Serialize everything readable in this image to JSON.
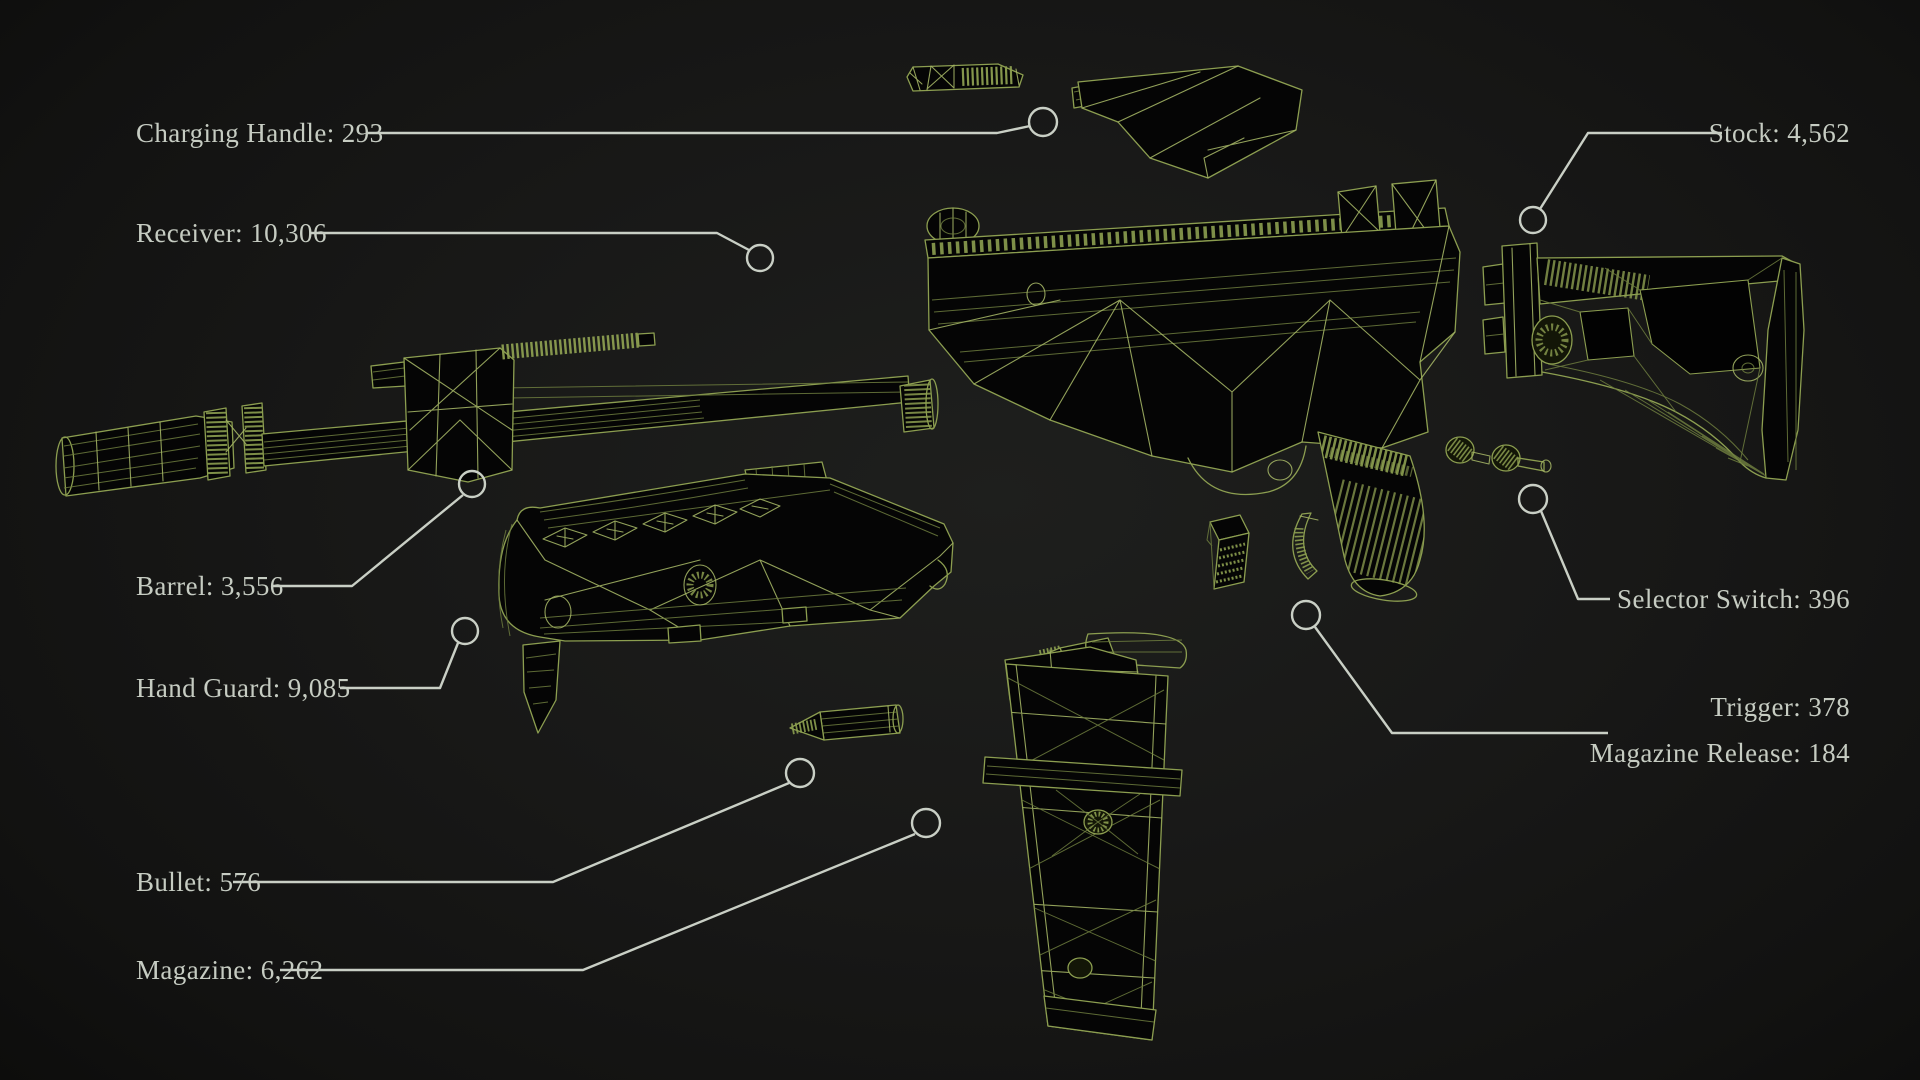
{
  "scene": {
    "background_color": "#171716",
    "wireframe_color": "#8c9e50",
    "callout_color": "#c9cfc5",
    "label_text_color": "#c6ccc2"
  },
  "callouts": [
    {
      "id": "charging-handle",
      "name": "Charging Handle",
      "polycount": "293",
      "label": "Charging Handle: 293",
      "side": "left"
    },
    {
      "id": "receiver",
      "name": "Receiver",
      "polycount": "10,306",
      "label": "Receiver: 10,306",
      "side": "left"
    },
    {
      "id": "stock",
      "name": "Stock",
      "polycount": "4,562",
      "label": "Stock: 4,562",
      "side": "right"
    },
    {
      "id": "barrel",
      "name": "Barrel",
      "polycount": "3,556",
      "label": "Barrel: 3,556",
      "side": "left"
    },
    {
      "id": "hand-guard",
      "name": "Hand Guard",
      "polycount": "9,085",
      "label": "Hand Guard: 9,085",
      "side": "left"
    },
    {
      "id": "selector-switch",
      "name": "Selector Switch",
      "polycount": "396",
      "label": "Selector Switch: 396",
      "side": "right"
    },
    {
      "id": "trigger",
      "name": "Trigger",
      "polycount": "378",
      "label": "Trigger: 378",
      "side": "right"
    },
    {
      "id": "magazine-release",
      "name": "Magazine Release",
      "polycount": "184",
      "label": "Magazine Release: 184",
      "side": "right"
    },
    {
      "id": "bullet",
      "name": "Bullet",
      "polycount": "576",
      "label": "Bullet: 576",
      "side": "left"
    },
    {
      "id": "magazine",
      "name": "Magazine",
      "polycount": "6,262",
      "label": "Magazine: 6,262",
      "side": "left"
    }
  ],
  "parts": [
    "Charging Handle",
    "Receiver",
    "Stock",
    "Barrel",
    "Hand Guard",
    "Selector Switch",
    "Trigger",
    "Magazine Release",
    "Bullet",
    "Magazine"
  ]
}
